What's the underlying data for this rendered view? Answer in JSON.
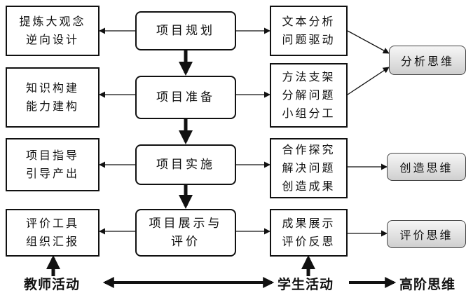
{
  "center": [
    {
      "lines": [
        "项目规划"
      ]
    },
    {
      "lines": [
        "项目准备"
      ]
    },
    {
      "lines": [
        "项目实施"
      ]
    },
    {
      "lines": [
        "项目展示与",
        "评价"
      ]
    }
  ],
  "teacher": [
    {
      "lines": [
        "提炼大观念",
        "逆向设计"
      ]
    },
    {
      "lines": [
        "知识构建",
        "能力建构"
      ]
    },
    {
      "lines": [
        "项目指导",
        "引导产出"
      ]
    },
    {
      "lines": [
        "评价工具",
        "组织汇报"
      ]
    }
  ],
  "student": [
    {
      "lines": [
        "文本分析",
        "问题驱动"
      ]
    },
    {
      "lines": [
        "方法支架",
        "分解问题",
        "小组分工"
      ]
    },
    {
      "lines": [
        "合作探究",
        "解决问题",
        "创造成果"
      ]
    },
    {
      "lines": [
        "成果展示",
        "评价反思"
      ]
    }
  ],
  "thinking": [
    {
      "label": "分析思维"
    },
    {
      "label": "创造思维"
    },
    {
      "label": "评价思维"
    }
  ],
  "bottom": {
    "teacher_activity": "教师活动",
    "student_activity": "学生活动",
    "higher_thinking": "高阶思维"
  }
}
